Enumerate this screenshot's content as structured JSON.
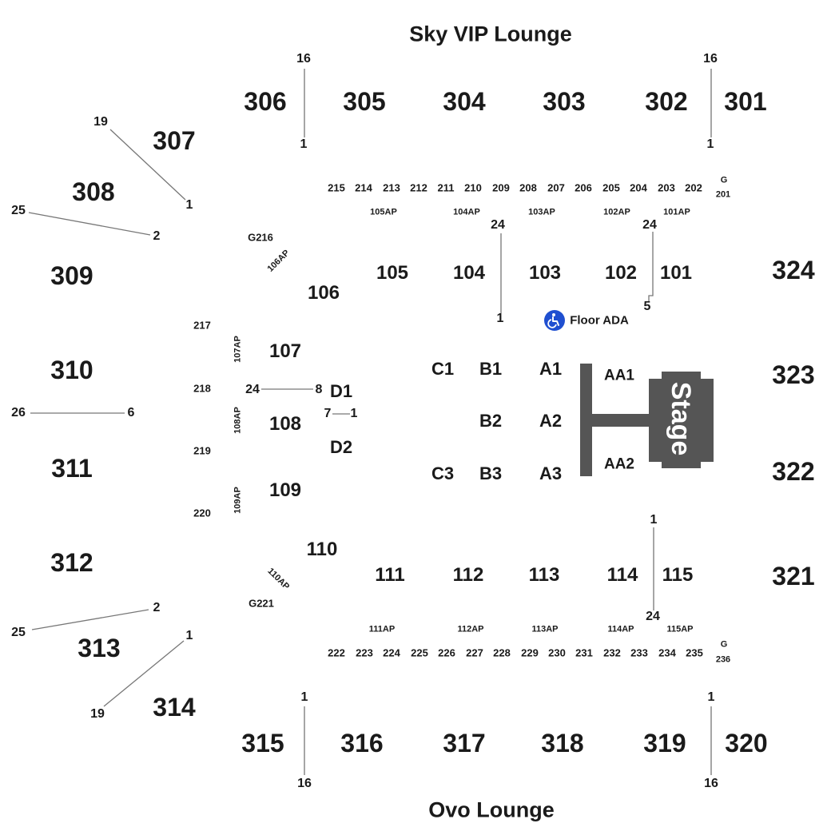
{
  "titles": {
    "top": "Sky VIP Lounge",
    "bottom": "Ovo Lounge"
  },
  "sections_300": [
    "306",
    "305",
    "304",
    "303",
    "302",
    "301",
    "307",
    "308",
    "309",
    "310",
    "311",
    "312",
    "313",
    "314",
    "315",
    "316",
    "317",
    "318",
    "319",
    "320",
    "321",
    "322",
    "323",
    "324"
  ],
  "sections_200": [
    "215",
    "214",
    "213",
    "212",
    "211",
    "210",
    "209",
    "208",
    "207",
    "206",
    "205",
    "204",
    "203",
    "202",
    "G",
    "201",
    "G216",
    "217",
    "218",
    "219",
    "220",
    "G221",
    "222",
    "223",
    "224",
    "225",
    "226",
    "227",
    "228",
    "229",
    "230",
    "231",
    "232",
    "233",
    "234",
    "235",
    "G",
    "236"
  ],
  "access_points": [
    "105AP",
    "104AP",
    "103AP",
    "102AP",
    "101AP",
    "106AP",
    "107AP",
    "108AP",
    "109AP",
    "110AP",
    "111AP",
    "112AP",
    "113AP",
    "114AP",
    "115AP"
  ],
  "sections_100": [
    "105",
    "104",
    "103",
    "102",
    "101",
    "106",
    "107",
    "108",
    "109",
    "110",
    "111",
    "112",
    "113",
    "114",
    "115"
  ],
  "floor_sections": [
    "C1",
    "B1",
    "A1",
    "AA1",
    "D1",
    "B2",
    "A2",
    "D2",
    "C3",
    "B3",
    "A3",
    "AA2"
  ],
  "stage_label": "Stage",
  "ada_label": "Floor ADA",
  "row_numbers": [
    "16",
    "1",
    "16",
    "1",
    "19",
    "1",
    "25",
    "2",
    "24",
    "1",
    "24",
    "5",
    "24",
    "8",
    "7",
    "1",
    "26",
    "6",
    "1",
    "24",
    "2",
    "25",
    "1",
    "19",
    "1",
    "16",
    "1",
    "16"
  ],
  "colors": {
    "stage": "#555555",
    "ada": "#1f4fd0",
    "line": "#777777",
    "text": "#1a1a1a"
  }
}
